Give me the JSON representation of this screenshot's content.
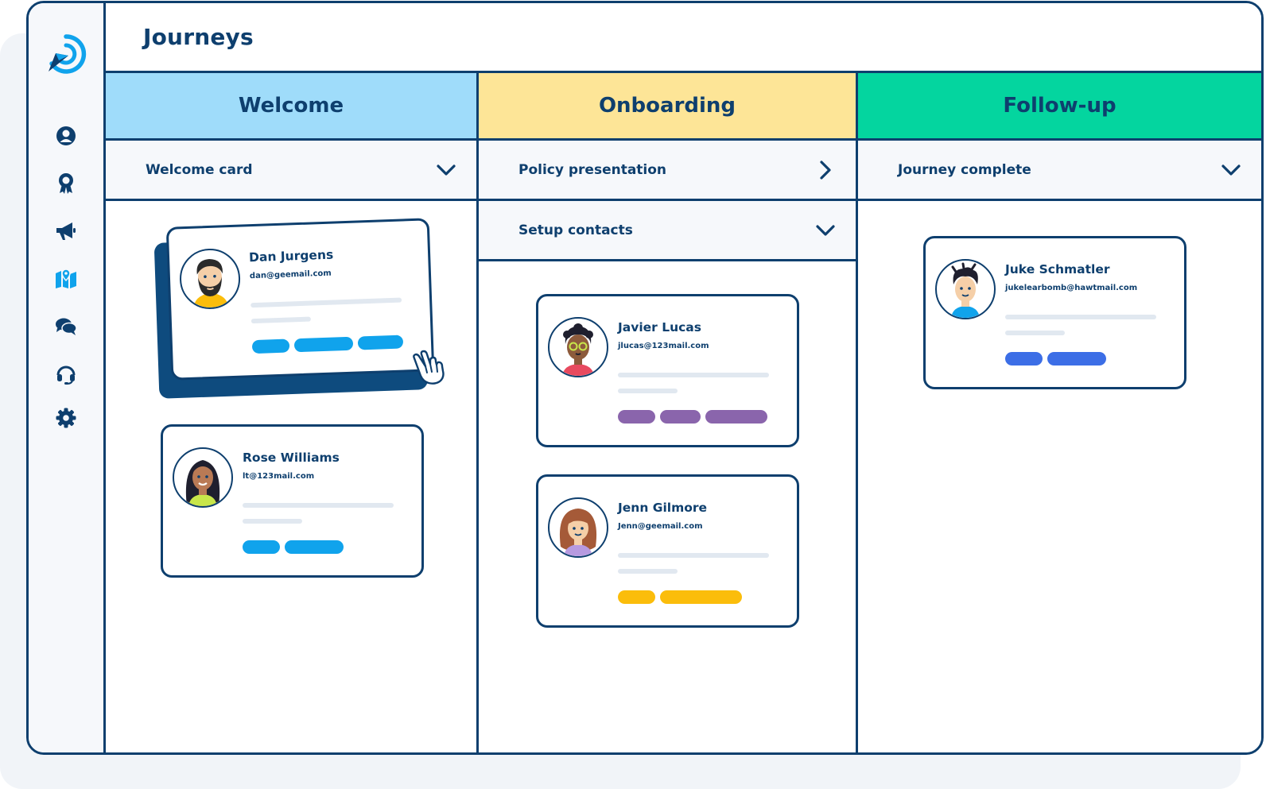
{
  "header": {
    "title": "Journeys"
  },
  "sidebar": {
    "items": [
      {
        "icon": "user-icon"
      },
      {
        "icon": "award-icon"
      },
      {
        "icon": "megaphone-icon"
      },
      {
        "icon": "map-icon",
        "active": true
      },
      {
        "icon": "chat-icon"
      },
      {
        "icon": "headset-icon"
      },
      {
        "icon": "gear-icon"
      }
    ]
  },
  "columns": [
    {
      "title": "Welcome",
      "color": "#9fdcfa",
      "stages": [
        {
          "label": "Welcome card",
          "chevron": "down"
        }
      ],
      "cards": [
        {
          "name": "Dan Jurgens",
          "email": "dan@geemail.com",
          "pill_color": "#10a3ec",
          "lifted": true
        },
        {
          "name": "Rose Williams",
          "email": "lt@123mail.com",
          "pill_color": "#10a3ec"
        }
      ]
    },
    {
      "title": "Onboarding",
      "color": "#fde597",
      "stages": [
        {
          "label": "Policy presentation",
          "chevron": "right"
        },
        {
          "label": "Setup contacts",
          "chevron": "down"
        }
      ],
      "cards": [
        {
          "name": "Javier Lucas",
          "email": "jlucas@123mail.com",
          "pill_color": "#8a65ac"
        },
        {
          "name": "Jenn Gilmore",
          "email": "Jenn@geemail.com",
          "pill_color": "#fbbd0b"
        }
      ]
    },
    {
      "title": "Follow-up",
      "color": "#04d59f",
      "stages": [
        {
          "label": "Journey complete",
          "chevron": "down"
        }
      ],
      "cards": [
        {
          "name": "Juke Schmatler",
          "email": "jukelearbomb@hawtmail.com",
          "pill_color": "#3c6ee6"
        }
      ]
    }
  ],
  "colors": {
    "navy": "#0e3f6e",
    "active_nav": "#10a3ec",
    "skeleton": "#e1e8f0"
  }
}
